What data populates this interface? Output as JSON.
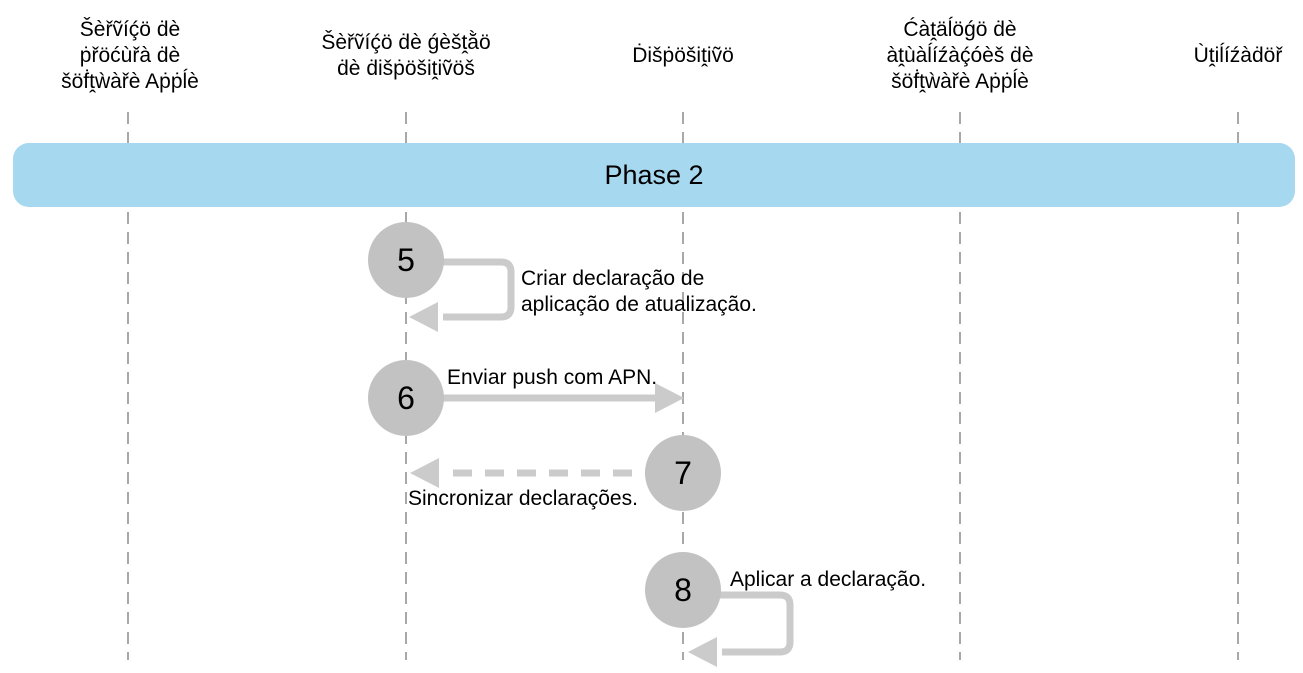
{
  "participants": [
    {
      "id": "software-lookup-service",
      "lines": [
        "Šèřṽíḉö ḋè",
        "ṗřöćùřà ḋè",
        "šöḟṱẁàřè Aṗṗĺè"
      ]
    },
    {
      "id": "device-management-service",
      "lines": [
        "Šèřṽíḉö ḋè ǵèšṱằö",
        "ḋè ḋišṗöšiṱiṽöš"
      ]
    },
    {
      "id": "device",
      "lines": [
        "Ḋišṗöšiṱiṽö"
      ]
    },
    {
      "id": "software-update-catalog",
      "lines": [
        "Ćàṱäĺöǵö ḋè",
        "àṱùàĺíźàḉóèš ḋè",
        "šöḟṱẁàřè Aṗṗĺè"
      ]
    },
    {
      "id": "user",
      "lines": [
        "Ùṱiĺíźàḋöř"
      ]
    }
  ],
  "phase": {
    "label": "Phase 2"
  },
  "steps": [
    {
      "number": "5",
      "type": "self-loop",
      "label_lines": [
        "Criar declaração de",
        "aplicação de atualização."
      ]
    },
    {
      "number": "6",
      "type": "solid-arrow",
      "label_lines": [
        "Enviar push com APN."
      ]
    },
    {
      "number": "7",
      "type": "dashed-arrow",
      "label_lines": [
        "Sincronizar declarações."
      ]
    },
    {
      "number": "8",
      "type": "self-loop",
      "label_lines": [
        "Aplicar a declaração."
      ]
    }
  ],
  "colors": {
    "phase_banner": "#A6D8EF",
    "circle": "#C2C2C2",
    "arrow": "#CBCBCB",
    "lifeline": "#A8A8A8",
    "text": "#000000"
  }
}
